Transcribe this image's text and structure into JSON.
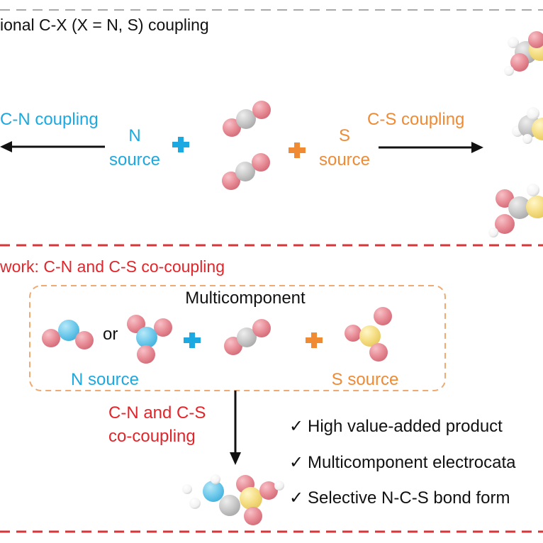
{
  "colors": {
    "blue_text": "#1CA9E1",
    "orange_text": "#F08A33",
    "red_text": "#E0262B",
    "dashed_red": "#D8353A",
    "dashed_gray": "#A9A9A9",
    "orange_dash_box": "#EEAA72",
    "oxygen": "#E4848E",
    "carbon": "#C8C8C8",
    "nitrogen": "#6EC9EA",
    "sulfur": "#F2DE80",
    "hydrogen": "#FFFFFF",
    "plus_blue": "#1CA9E1",
    "plus_orange": "#F08A33",
    "arrow": "#111111"
  },
  "top_section": {
    "title": "ional C-X (X = N, S) coupling",
    "left_label": "C-N coupling",
    "n_source_line1": "N",
    "n_source_line2": "source",
    "s_source_line1": "S",
    "s_source_line2": "source",
    "right_label": "C-S coupling"
  },
  "bottom_section": {
    "title": "work: C-N and C-S co-coupling",
    "box_title": "Multicomponent",
    "or_text": "or",
    "n_source": "N source",
    "s_source": "S source",
    "arrow_label_line1": "C-N and C-S",
    "arrow_label_line2": "co-coupling",
    "checkmark": "✓",
    "benefits": [
      "High value-added product",
      "Multicomponent electrocata",
      "Selective N-C-S bond form"
    ]
  }
}
